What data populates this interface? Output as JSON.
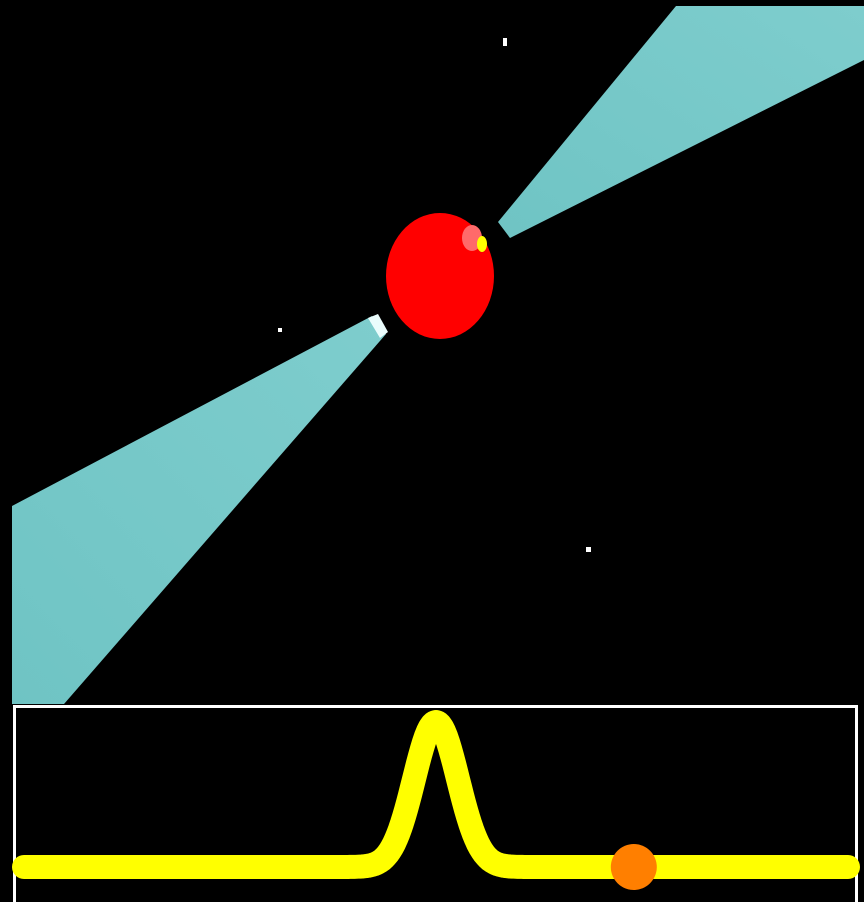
{
  "scene": {
    "background": "#000000",
    "beam_color": "#7ecdcd",
    "beam_edge_color": "#dff5f5",
    "ball_color": "#ff0000",
    "ball_highlight_color": "#ffff00",
    "star_color": "#ffffff"
  },
  "meter": {
    "frame_color": "#ffffff",
    "curve_color": "#ffff00",
    "marker_color": "#ff7f00",
    "peak_level": 1.0,
    "peak_position": 0.5,
    "marker_position": 0.74
  }
}
